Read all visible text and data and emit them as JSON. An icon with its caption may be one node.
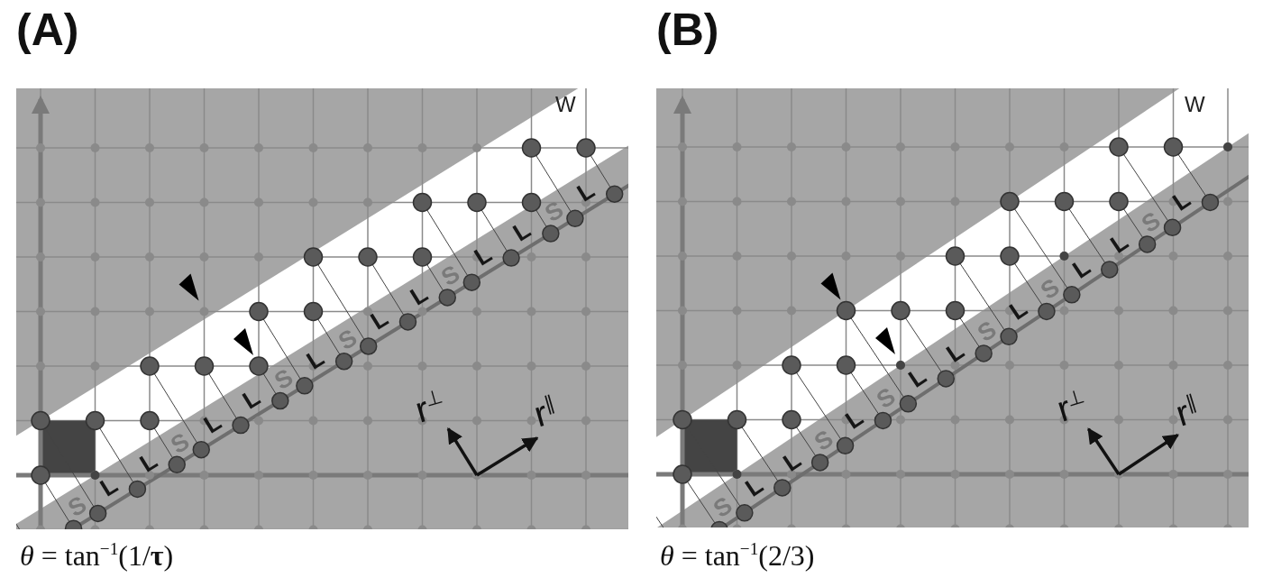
{
  "diagram": {
    "labels": [
      "(A)",
      "W",
      "S",
      "L",
      "L",
      "S",
      "L",
      "L",
      "S",
      "L",
      "S",
      "L",
      "L",
      "S",
      "L",
      "L",
      "S",
      "L",
      "r$^{⊥}$",
      "r$^{∥}$",
      "*θ* = tan$^{−1}$(1/**τ**)",
      "(B)",
      "W",
      "S",
      "L",
      "L",
      "S",
      "L",
      "S",
      "L",
      "L",
      "S",
      "L",
      "S",
      "L",
      "L",
      "S",
      "L",
      "r$^{⊥}$",
      "r$^{∥}$",
      "*θ* = tan$^{−1}$(2/3)"
    ]
  }
}
